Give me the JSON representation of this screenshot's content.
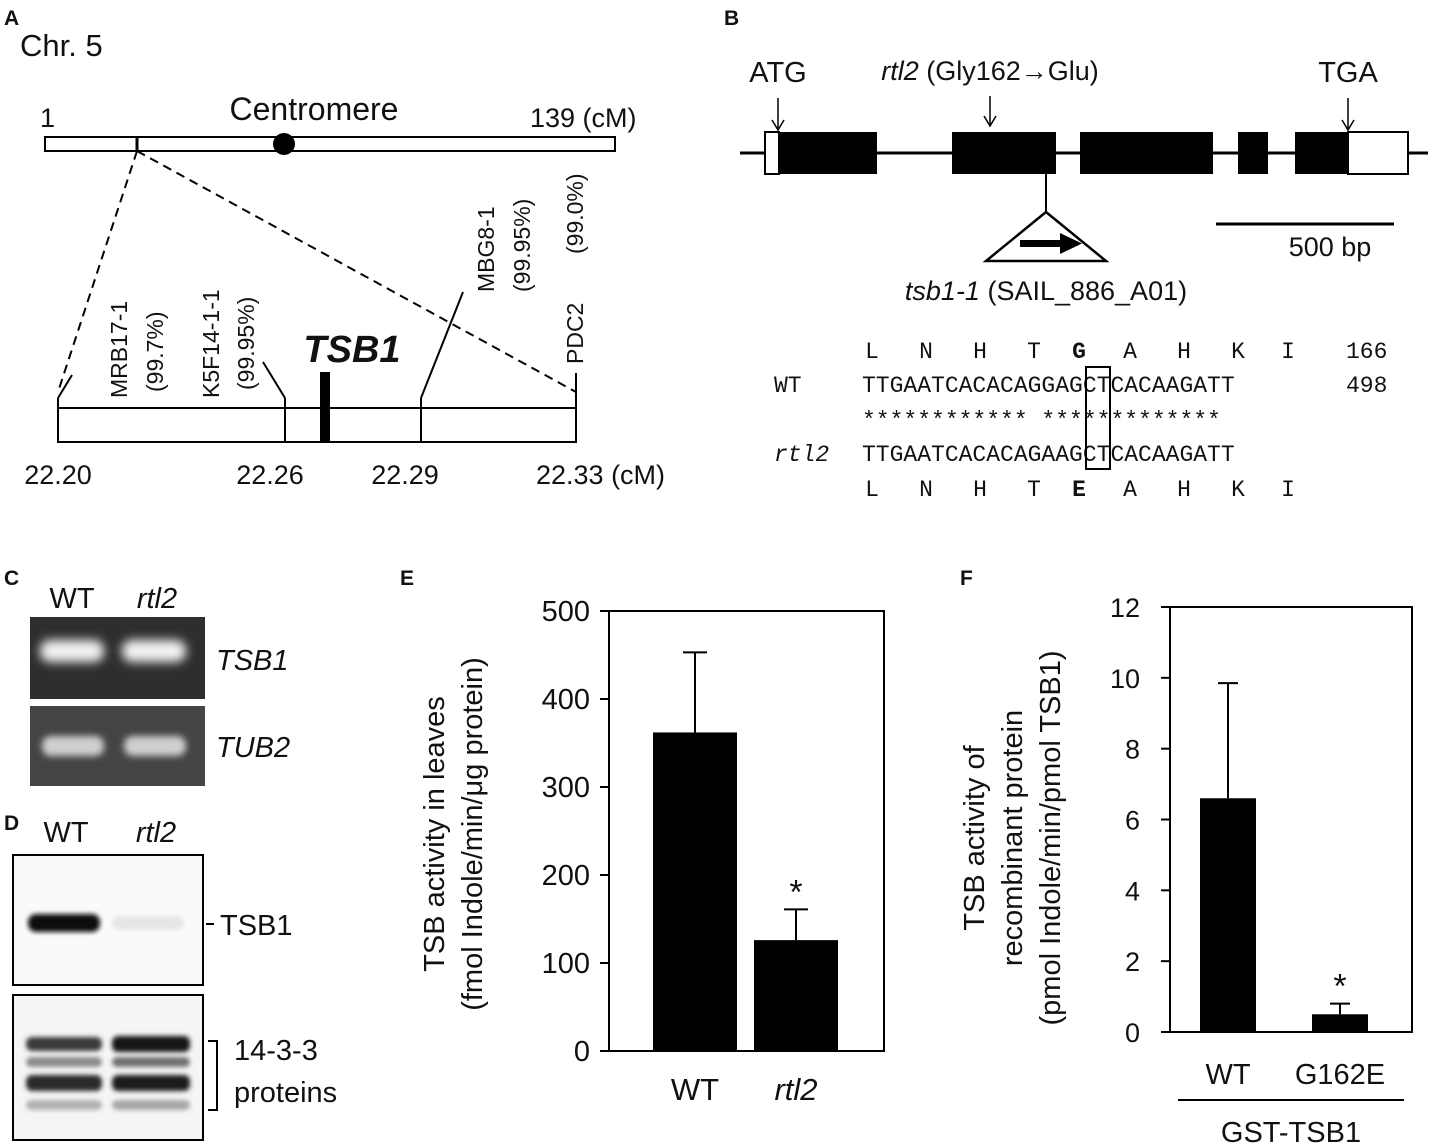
{
  "panels": {
    "A": {
      "letter": "A",
      "chromosome": "Chr. 5",
      "start": "1",
      "centromere": "Centromere",
      "end": "139 (cM)",
      "gene": "TSB1",
      "markers": [
        {
          "name": "MRB17-1",
          "pct": "(99.7%)"
        },
        {
          "name": "K5F14-1-1",
          "pct": "(99.95%)"
        },
        {
          "name": "MBG8-1",
          "pct": "(99.95%)"
        },
        {
          "name": "PDC2",
          "pct": "(99.0%)"
        }
      ],
      "positions": [
        "22.20",
        "22.26",
        "22.29",
        "22.33 (cM)"
      ]
    },
    "B": {
      "letter": "B",
      "start_codon": "ATG",
      "mutation_gene": "rtl2",
      "mutation": " (Gly162→Glu)",
      "stop_codon": "TGA",
      "scale": "500 bp",
      "tdna_allele": "tsb1-1",
      "tdna_line": " (SAIL_886_A01)",
      "aa_wt": [
        "L",
        "N",
        "H",
        "T",
        "G",
        "A",
        "H",
        "K",
        "I"
      ],
      "aa_wt_num": "166",
      "wt_label": "WT",
      "wt_seq": "TTGAATCACACAGGAGCTCACAAGATT",
      "wt_num": "498",
      "identity": "************ *************",
      "mut_label": "rtl2",
      "mut_seq": "TTGAATCACACAGAAGCTCACAAGATT",
      "aa_mut": [
        "L",
        "N",
        "H",
        "T",
        "E",
        "A",
        "H",
        "K",
        "I"
      ]
    },
    "C": {
      "letter": "C",
      "lanes": [
        "WT",
        "rtl2"
      ],
      "rows": [
        "TSB1",
        "TUB2"
      ]
    },
    "D": {
      "letter": "D",
      "lanes": [
        "WT",
        "rtl2"
      ],
      "band": "TSB1",
      "loading_1": "14-3-3",
      "loading_2": "proteins"
    }
  },
  "chart_data": [
    {
      "type": "bar",
      "panel": "E",
      "categories": [
        "WT",
        "rtl2"
      ],
      "values": [
        362,
        126
      ],
      "errors": [
        91,
        35
      ],
      "significance": [
        "",
        "*"
      ],
      "ylabel_1": "TSB activity in leaves",
      "ylabel_2": "(fmol Indole/min/μg protein)",
      "ylim": [
        0,
        500
      ],
      "yticks": [
        "0",
        "100",
        "200",
        "300",
        "400",
        "500"
      ]
    },
    {
      "type": "bar",
      "panel": "F",
      "categories": [
        "WT",
        "G162E"
      ],
      "values": [
        6.6,
        0.5
      ],
      "errors": [
        3.25,
        0.3
      ],
      "significance": [
        "",
        "*"
      ],
      "ylabel_1": "TSB activity of",
      "ylabel_2": "recombinant protein",
      "ylabel_3": "(pmol Indole/min/pmol TSB1)",
      "group_label": "GST-TSB1",
      "ylim": [
        0,
        12
      ],
      "yticks": [
        "0",
        "2",
        "4",
        "6",
        "8",
        "10",
        "12"
      ]
    }
  ]
}
